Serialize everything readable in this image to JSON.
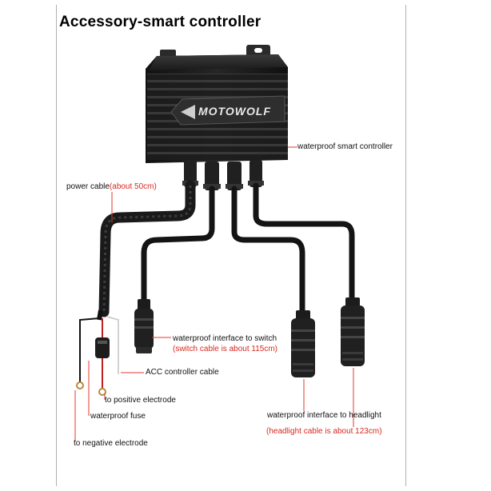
{
  "title": "Accessory-smart controller",
  "brand": "MOTOWOLF",
  "labels": {
    "controller": "waterproof smart controller",
    "power_cable": "power cable",
    "power_cable_note": "(about 50cm)",
    "switch_interface": "waterproof interface to switch",
    "switch_note": "(switch cable is about 115cm)",
    "acc_cable": "ACC controller cable",
    "positive": "to positive electrode",
    "fuse": "waterproof fuse",
    "negative": "to negative electrode",
    "headlight_interface": "waterproof interface to headlight",
    "headlight_note": "(headlight cable is about 123cm)"
  },
  "colors": {
    "note_red": "#d8291f",
    "pointer_red": "#e03a2f",
    "device": "#1c1c1c",
    "cable": "#141414"
  }
}
